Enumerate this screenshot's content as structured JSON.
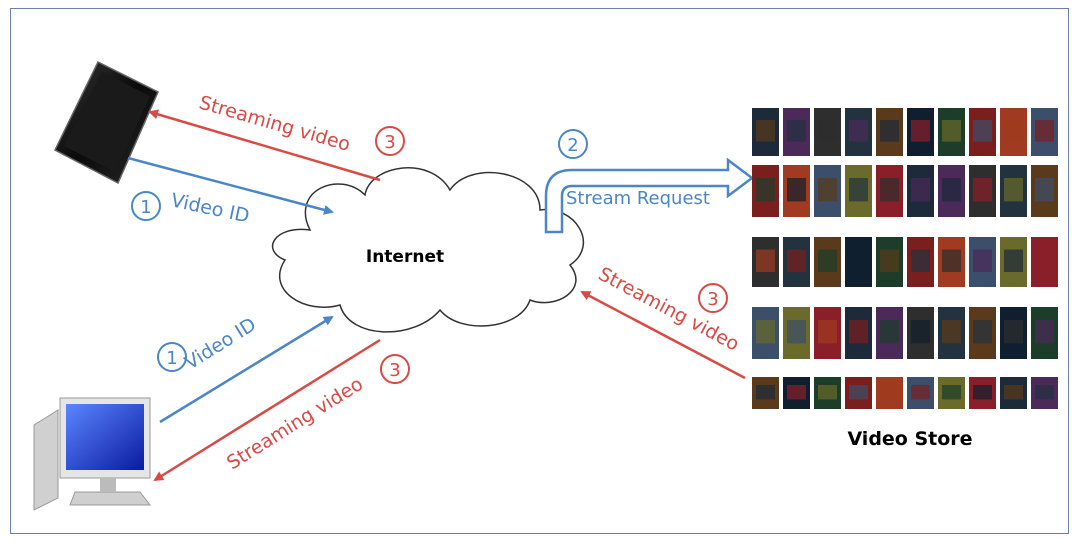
{
  "colors": {
    "request": "#4a86c8",
    "stream": "#d94a45",
    "cloud_fill": "#ffffff",
    "cloud_stroke": "#333333"
  },
  "cloud": {
    "label": "Internet"
  },
  "store": {
    "label": "Video Store"
  },
  "phone": {
    "icon": "smartphone-icon",
    "request_label": "Video ID",
    "request_step": "1",
    "stream_label": "Streaming video",
    "stream_step": "3"
  },
  "desktop": {
    "icon": "desktop-computer-icon",
    "request_label": "Video ID",
    "request_step": "1",
    "stream_label": "Streaming video",
    "stream_step": "3"
  },
  "store_link": {
    "request_label": "Stream Request",
    "request_step": "2",
    "stream_label": "Streaming video",
    "stream_step": "3"
  }
}
